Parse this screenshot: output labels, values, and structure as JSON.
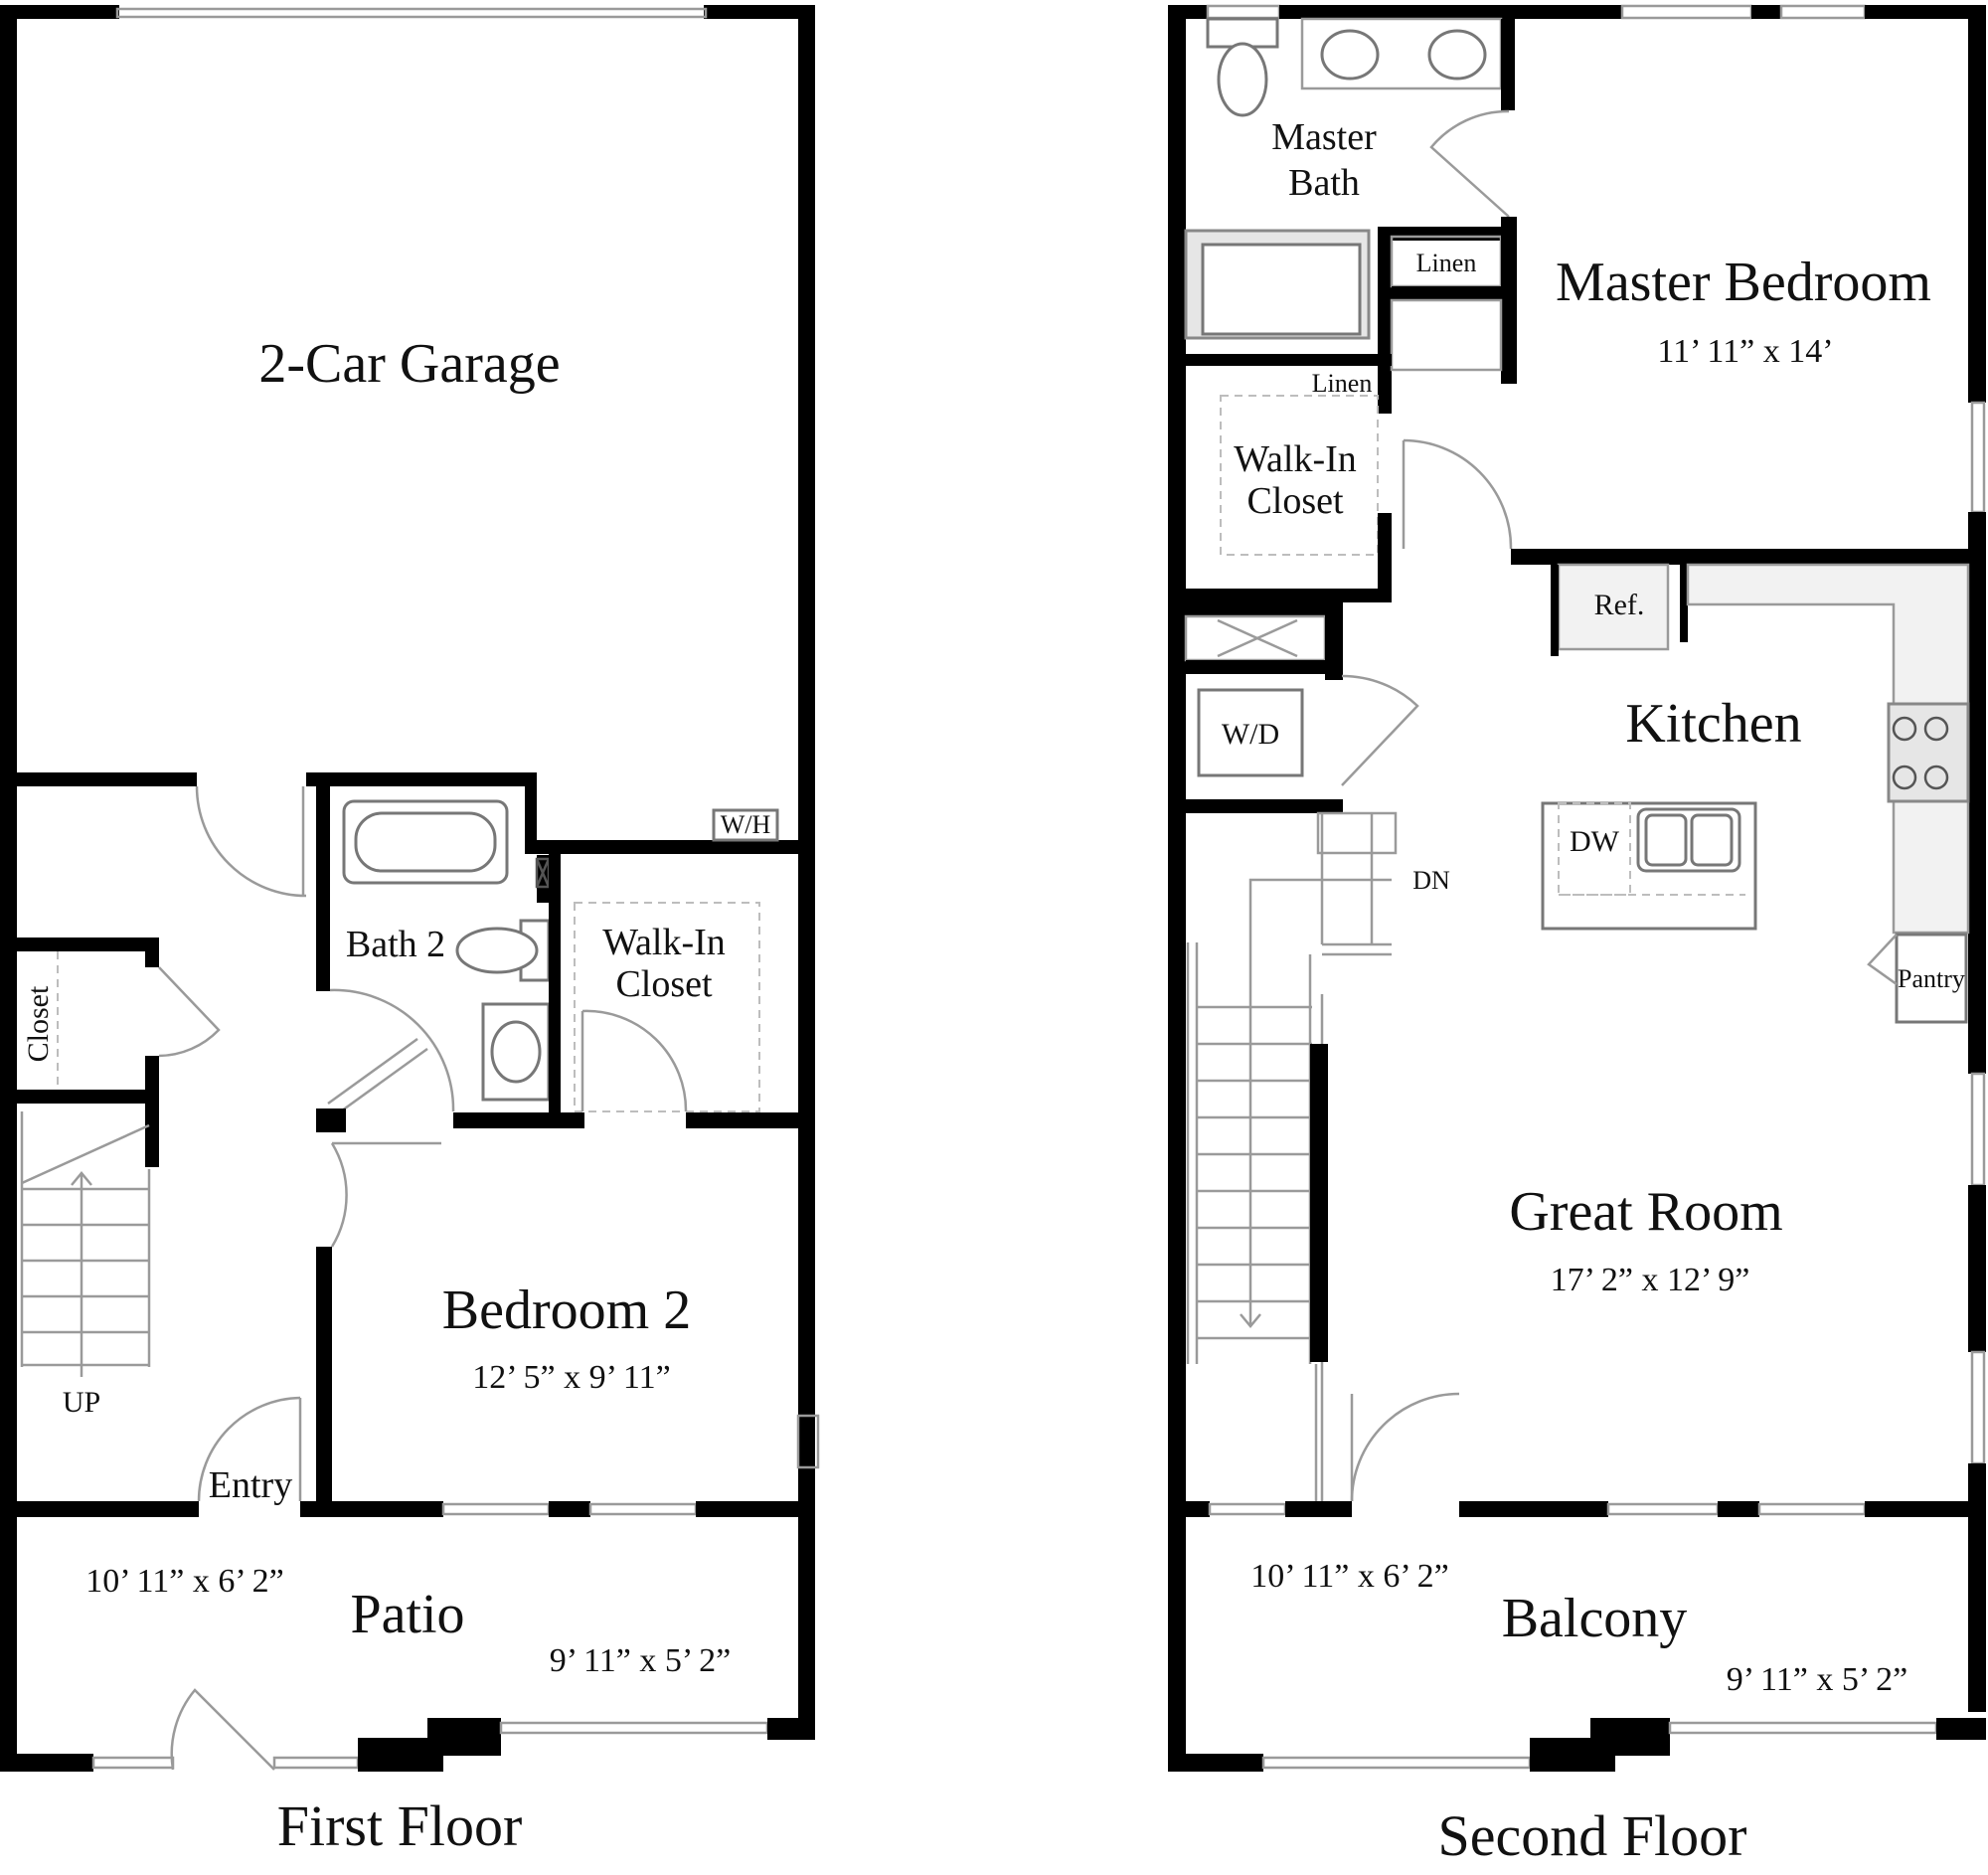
{
  "first_floor": {
    "title": "First Floor",
    "rooms": {
      "garage": "2-Car Garage",
      "bath": "Bath 2",
      "walk_in_closet_line1": "Walk-In",
      "walk_in_closet_line2": "Closet",
      "water_heater": "W/H",
      "closet": "Closet",
      "stairs": "UP",
      "bedroom": "Bedroom 2",
      "bedroom_dim": "12’ 5” x 9’ 11”",
      "entry": "Entry",
      "patio": "Patio",
      "patio_dim_left": "10’ 11” x 6’ 2”",
      "patio_dim_right": "9’ 11” x 5’ 2”"
    }
  },
  "second_floor": {
    "title": "Second Floor",
    "rooms": {
      "master_bath_line1": "Master",
      "master_bath_line2": "Bath",
      "linen_1": "Linen",
      "linen_2": "Linen",
      "master_bedroom": "Master Bedroom",
      "master_bedroom_dim": "11’ 11” x 14’",
      "walk_in_closet_line1": "Walk-In",
      "walk_in_closet_line2": "Closet",
      "refrigerator": "Ref.",
      "kitchen": "Kitchen",
      "dishwasher": "DW",
      "washer_dryer": "W/D",
      "stairs": "DN",
      "pantry": "Pantry",
      "great_room": "Great Room",
      "great_room_dim": "17’ 2” x 12’ 9”",
      "balcony": "Balcony",
      "balcony_dim_left": "10’ 11” x 6’ 2”",
      "balcony_dim_right": "9’ 11” x 5’ 2”"
    }
  }
}
